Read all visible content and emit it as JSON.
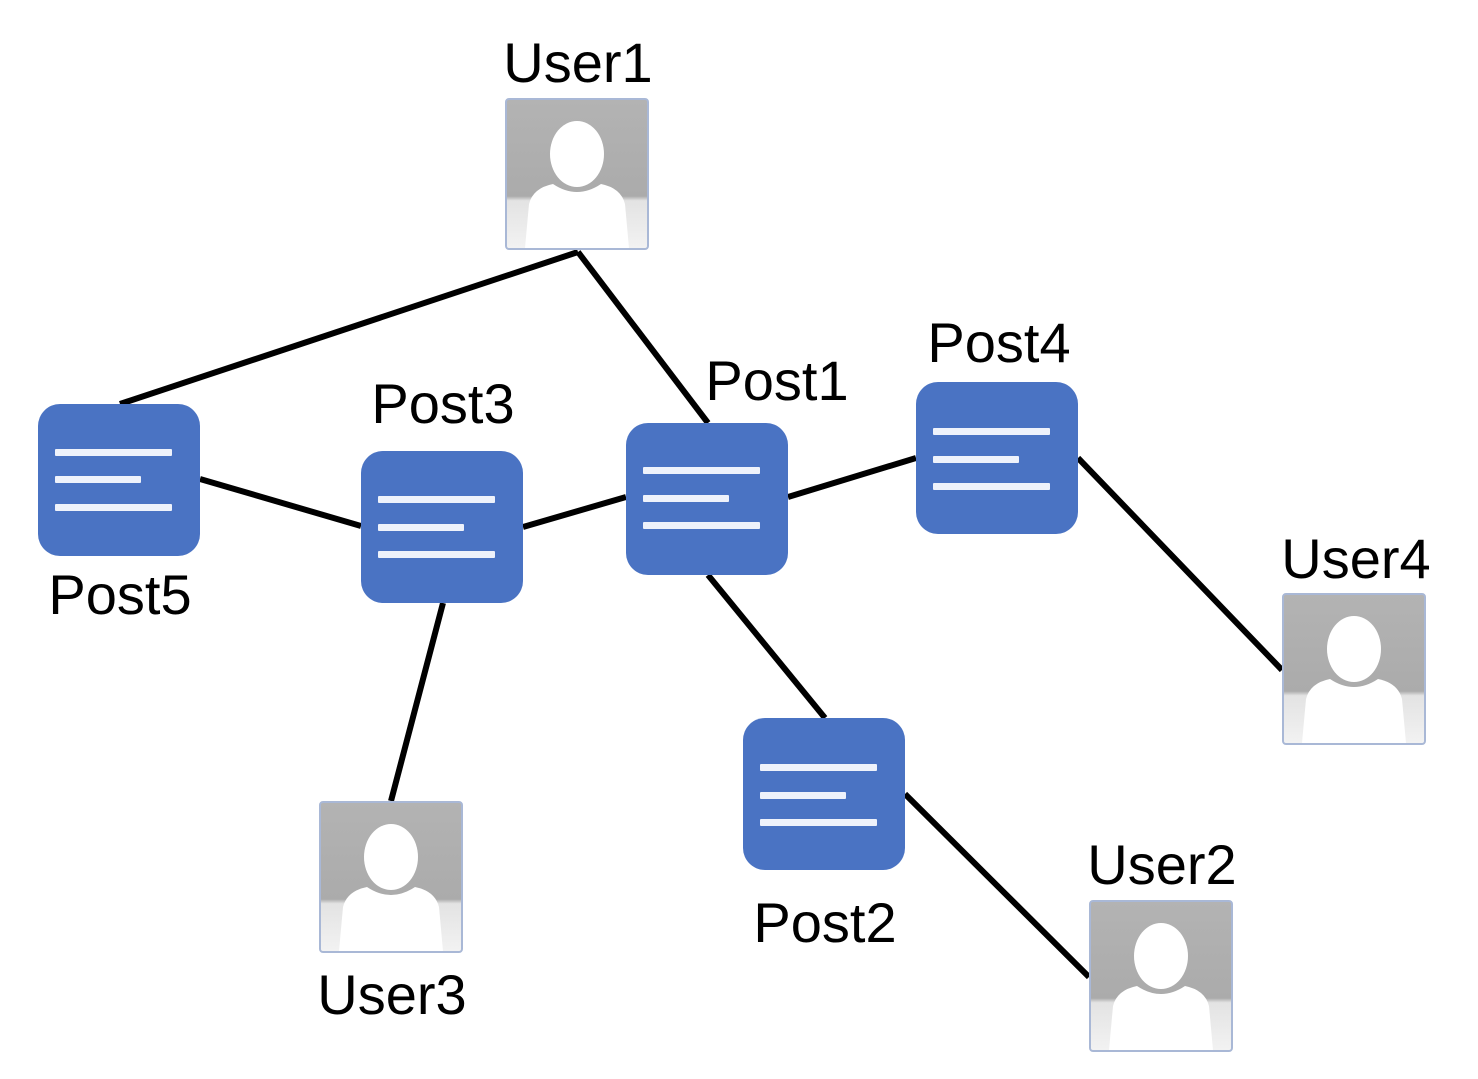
{
  "diagram": {
    "colors": {
      "post_fill": "#4a73c3",
      "edge": "#000000",
      "user_bg": "#b0b0b0"
    },
    "posts": [
      {
        "id": "post1",
        "label": "Post1",
        "icon": "document-icon"
      },
      {
        "id": "post2",
        "label": "Post2",
        "icon": "document-icon"
      },
      {
        "id": "post3",
        "label": "Post3",
        "icon": "document-icon"
      },
      {
        "id": "post4",
        "label": "Post4",
        "icon": "document-icon"
      },
      {
        "id": "post5",
        "label": "Post5",
        "icon": "document-icon"
      }
    ],
    "users": [
      {
        "id": "user1",
        "label": "User1",
        "icon": "user-avatar-icon"
      },
      {
        "id": "user2",
        "label": "User2",
        "icon": "user-avatar-icon"
      },
      {
        "id": "user3",
        "label": "User3",
        "icon": "user-avatar-icon"
      },
      {
        "id": "user4",
        "label": "User4",
        "icon": "user-avatar-icon"
      }
    ],
    "edges": [
      {
        "from": "user1",
        "to": "post5"
      },
      {
        "from": "user1",
        "to": "post1"
      },
      {
        "from": "post5",
        "to": "post3"
      },
      {
        "from": "post3",
        "to": "post1"
      },
      {
        "from": "post1",
        "to": "post4"
      },
      {
        "from": "post4",
        "to": "user4"
      },
      {
        "from": "post1",
        "to": "post2"
      },
      {
        "from": "post2",
        "to": "user2"
      },
      {
        "from": "post3",
        "to": "user3"
      }
    ]
  }
}
